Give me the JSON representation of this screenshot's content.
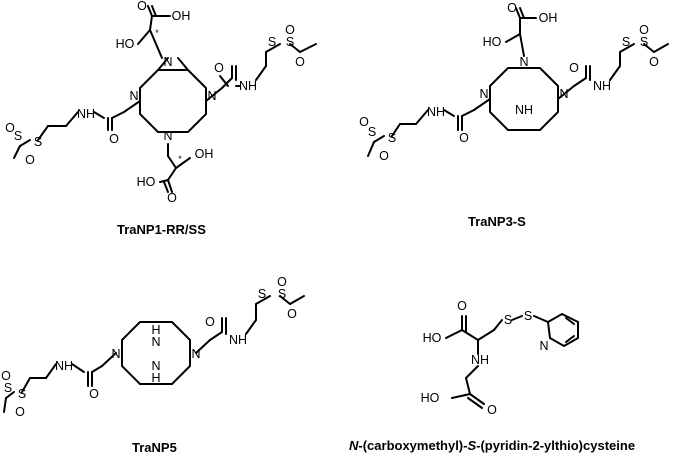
{
  "captions": {
    "tranp1": "TraNP1-RR/SS",
    "tranp3": "TraNP3-S",
    "tranp5": "TraNP5",
    "cys_prefix1": "N",
    "cys_mid1": "-(carboxymethyl)-",
    "cys_prefix2": "S",
    "cys_rest": "-(pyridin-2-ylthio)cysteine"
  },
  "atoms": {
    "N": "N",
    "NH": "NH",
    "H": "H",
    "S": "S",
    "O": "O",
    "HO": "HO",
    "OH": "OH",
    "star": "*"
  }
}
